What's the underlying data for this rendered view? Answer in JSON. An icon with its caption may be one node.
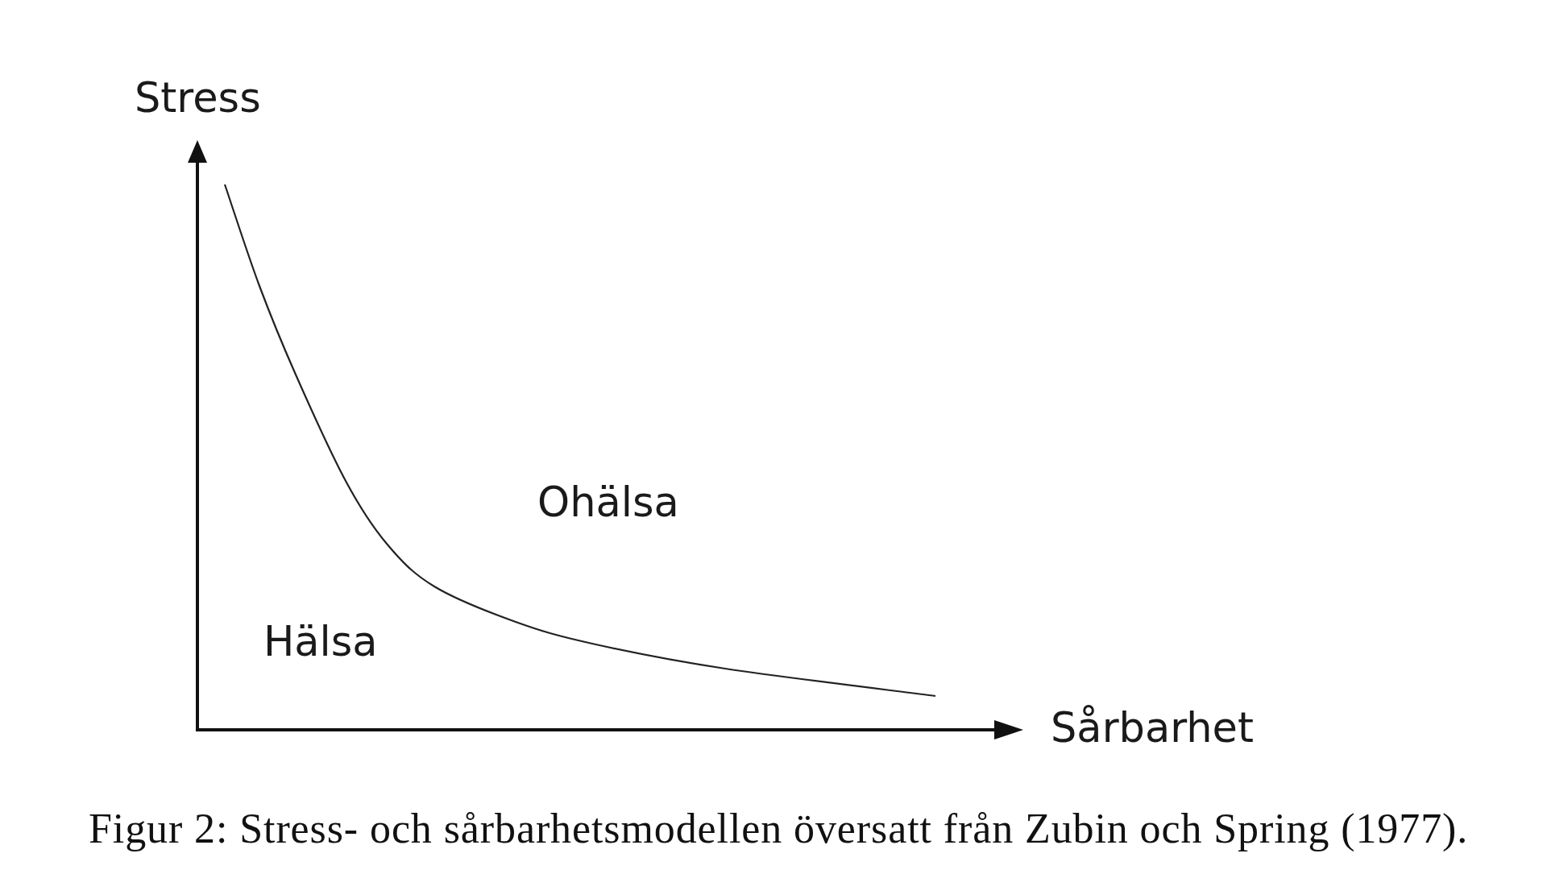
{
  "diagram": {
    "caption": "Figur 2: Stress- och sårbarhetsmodellen översatt från Zubin och Spring (1977).",
    "labels": [
      "Stress",
      "Ohälsa",
      "Hälsa",
      "Sårbarhet"
    ]
  }
}
